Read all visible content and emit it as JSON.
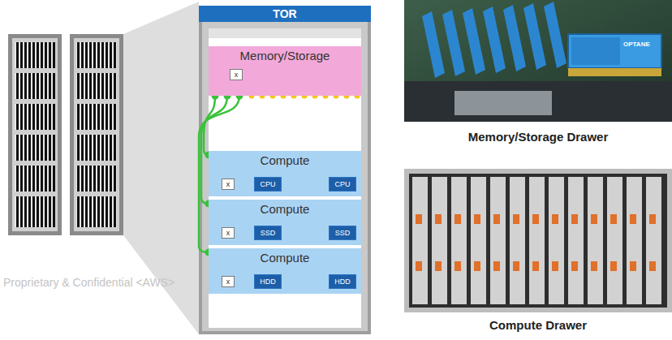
{
  "diagram": {
    "nodes": [
      {
        "text": [
          "TOR"
        ]
      },
      {
        "text": [
          "Memory/Storage"
        ]
      },
      {
        "text": [
          "x"
        ],
        "in": 1
      },
      {
        "text": [
          "Compute"
        ]
      },
      {
        "text": [
          "x"
        ],
        "in": 3
      },
      {
        "text": [
          "CPU"
        ],
        "in": 3
      },
      {
        "text": [
          "CPU"
        ],
        "in": 3
      },
      {
        "text": [
          "Compute"
        ]
      },
      {
        "text": [
          "x"
        ],
        "in": 7
      },
      {
        "text": [
          "SSD"
        ],
        "in": 7
      },
      {
        "text": [
          "SSD"
        ],
        "in": 7
      },
      {
        "text": [
          "Compute"
        ]
      },
      {
        "text": [
          "x"
        ],
        "in": 11
      },
      {
        "text": [
          "HDD"
        ],
        "in": 11
      },
      {
        "text": [
          "HDD"
        ],
        "in": 11
      }
    ],
    "edges": [
      {
        "from": 1,
        "to": 3,
        "arrow": "none"
      },
      {
        "from": 1,
        "to": 7,
        "arrow": "none"
      },
      {
        "from": 1,
        "to": 11,
        "arrow": "none"
      },
      {
        "from": 4,
        "to": 5,
        "arrow": "none"
      },
      {
        "from": 5,
        "to": 6,
        "arrow": "none"
      },
      {
        "from": 8,
        "to": 9,
        "arrow": "none"
      },
      {
        "from": 9,
        "to": 10,
        "arrow": "none"
      },
      {
        "from": 12,
        "to": 13,
        "arrow": "none"
      },
      {
        "from": 13,
        "to": 14,
        "arrow": "none"
      }
    ],
    "labels": [
      "Memory/Storage Drawer",
      "Compute Drawer",
      "OPTANE",
      "Proprietary & Confidential <AWS>"
    ]
  }
}
